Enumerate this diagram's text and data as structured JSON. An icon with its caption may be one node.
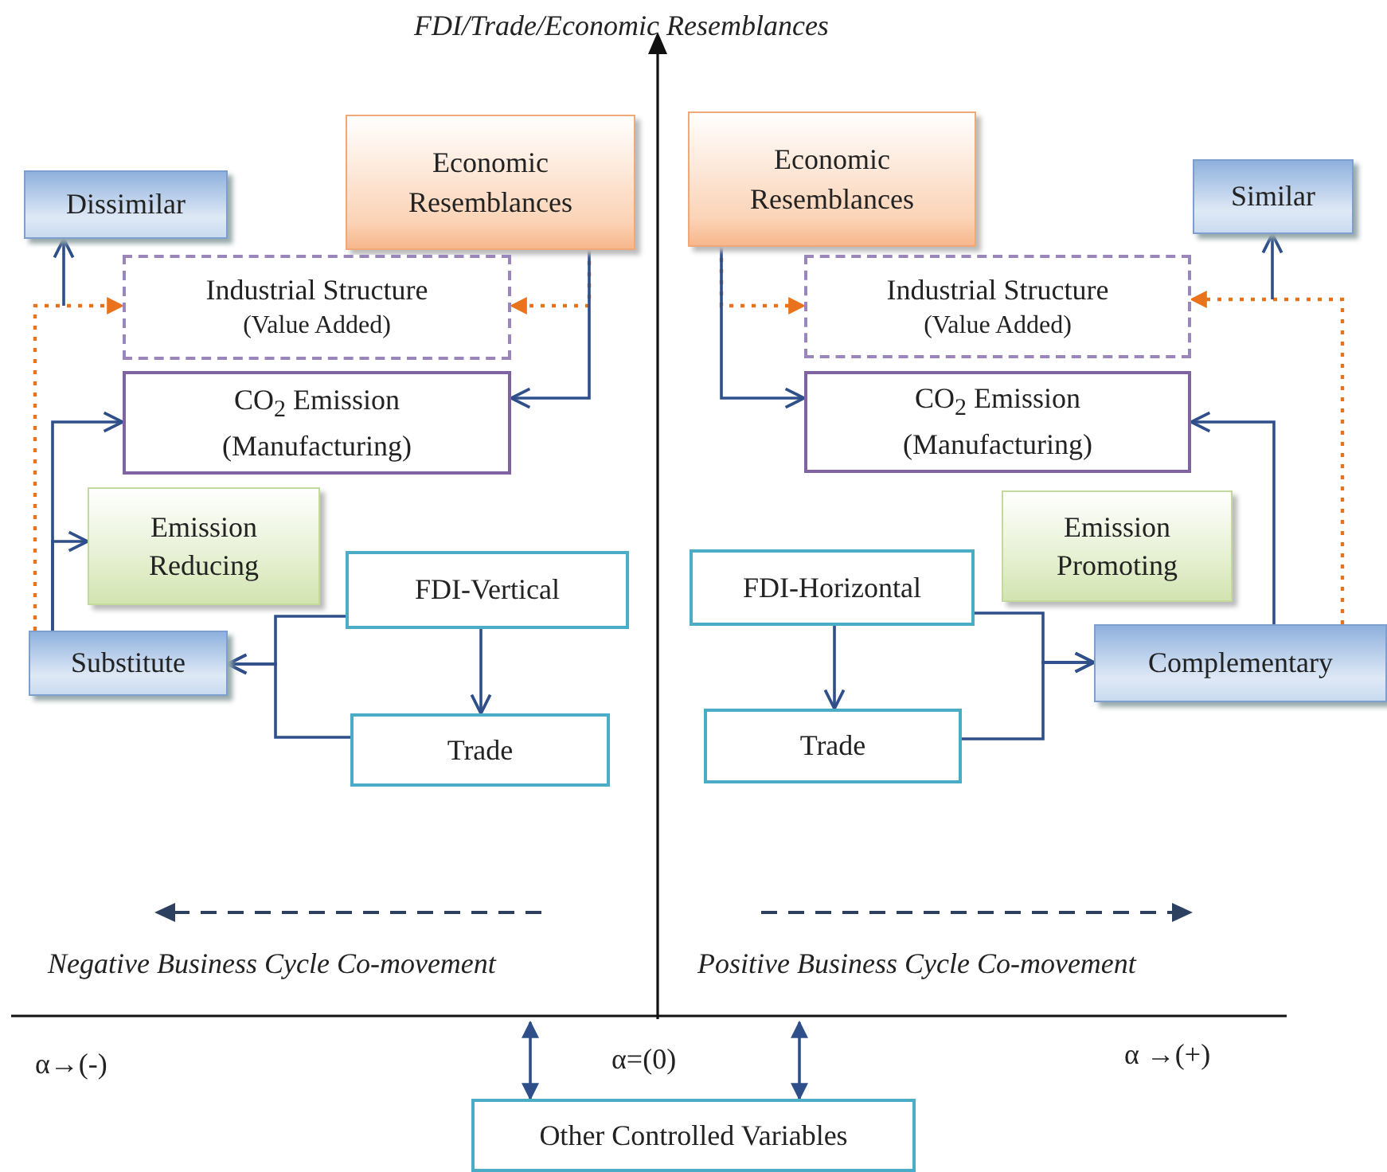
{
  "diagram": {
    "nodes": [
      {
        "text": [
          "Dissimilar"
        ]
      },
      {
        "text": [
          "Economic Resemblances"
        ]
      },
      {
        "text": [
          "Industrial Structure",
          "(Value Added)"
        ]
      },
      {
        "text": [
          "CO$_{2}$ Emission (Manufacturing)"
        ]
      },
      {
        "text": [
          "Emission Reducing"
        ]
      },
      {
        "text": [
          "FDI-Vertical"
        ]
      },
      {
        "text": [
          "Substitute"
        ]
      },
      {
        "text": [
          "Trade"
        ]
      },
      {
        "text": [
          "Economic Resemblances"
        ]
      },
      {
        "text": [
          "Similar"
        ]
      },
      {
        "text": [
          "Industrial Structure",
          "(Value Added)"
        ]
      },
      {
        "text": [
          "CO$_{2}$ Emission (Manufacturing)"
        ]
      },
      {
        "text": [
          "Emission Promoting"
        ]
      },
      {
        "text": [
          "FDI-Horizontal"
        ]
      },
      {
        "text": [
          "Complementary"
        ]
      },
      {
        "text": [
          "Trade"
        ]
      },
      {
        "text": [
          "Other Controlled Variables"
        ]
      }
    ],
    "edges": [
      {
        "from": 1,
        "to": 2,
        "arrow": "to",
        "style": "dashed",
        "color": "#e8731c"
      },
      {
        "from": 1,
        "to": 3,
        "arrow": "to"
      },
      {
        "from": 6,
        "to": 2,
        "arrow": "to",
        "style": "dashed",
        "color": "#e8731c"
      },
      {
        "from": null,
        "to": 0,
        "arrow": "to"
      },
      {
        "from": 6,
        "to": 3,
        "arrow": "to"
      },
      {
        "from": 6,
        "to": 4,
        "arrow": "to"
      },
      {
        "from": 5,
        "to": 7,
        "arrow": "to"
      },
      {
        "from": 5,
        "to": 6,
        "arrow": "to"
      },
      {
        "from": 7,
        "to": 6,
        "arrow": "to"
      },
      {
        "from": 8,
        "to": 10,
        "arrow": "to",
        "style": "dashed",
        "color": "#e8731c"
      },
      {
        "from": 8,
        "to": 11,
        "arrow": "to"
      },
      {
        "from": 14,
        "to": 10,
        "arrow": "to",
        "style": "dashed",
        "color": "#e8731c"
      },
      {
        "from": null,
        "to": 9,
        "arrow": "to"
      },
      {
        "from": 14,
        "to": 11,
        "arrow": "to"
      },
      {
        "from": 13,
        "to": 15,
        "arrow": "to"
      },
      {
        "from": 13,
        "to": 14,
        "arrow": "to"
      },
      {
        "from": 15,
        "to": 14,
        "arrow": "to"
      },
      {
        "from": null,
        "to": 16,
        "arrow": "both"
      },
      {
        "from": null,
        "to": 16,
        "arrow": "both"
      }
    ],
    "labels": [
      "FDI/Trade/Economic Resemblances",
      "Negative Business Cycle Co-movement",
      "Positive Business Cycle Co-movement",
      "α→(-)",
      "α=(0)",
      "α →(+)"
    ]
  }
}
